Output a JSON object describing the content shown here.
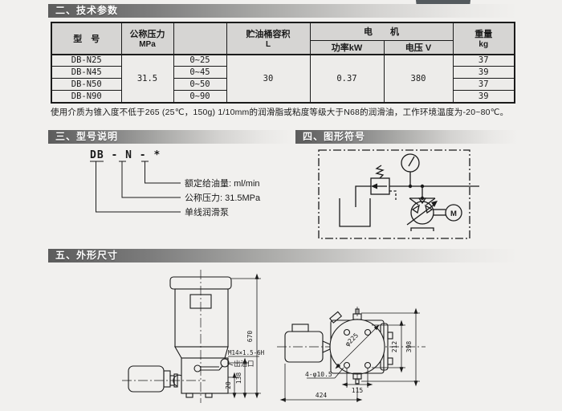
{
  "sections": {
    "tech_params": "二、技术参数",
    "model_desc": "三、型号说明",
    "graphic_symbol": "四、图形符号",
    "outline_dims": "五、外形尺寸"
  },
  "table": {
    "col_model": "型　号",
    "col_pressure": "公称压力",
    "col_pressure_unit": "MPa",
    "col_blank": "",
    "col_tank": "贮油桶容积",
    "col_tank_unit": "L",
    "col_motor": "电　　机",
    "col_power": "功率kW",
    "col_voltage": "电压 V",
    "col_weight": "重量",
    "col_weight_unit": "kg",
    "pressure_value": "31.5",
    "tank_value": "30",
    "power_value": "0.37",
    "voltage_value": "380",
    "rows": [
      {
        "model": "DB-N25",
        "range": "0~25",
        "weight": "37"
      },
      {
        "model": "DB-N45",
        "range": "0~45",
        "weight": "39"
      },
      {
        "model": "DB-N50",
        "range": "0~50",
        "weight": "37"
      },
      {
        "model": "DB-N90",
        "range": "0~90",
        "weight": "39"
      }
    ],
    "note": "使用介质为锥入度不低于265 (25℃，150g) 1/10mm的润滑脂或粘度等级大于N68的润滑油，工作环境温度为-20~80℃。"
  },
  "model_code": {
    "code": "DB - N - *",
    "label_flow": "额定给油量: ml/min",
    "label_pressure": "公称压力: 31.5MPa",
    "label_pump": "单线润滑泵"
  },
  "schematic": {
    "motor_letter": "M"
  },
  "dims_front": {
    "height": "670",
    "thread": "M14×1.5-6H",
    "outlet": "出油口",
    "h_port": "138",
    "h_foot": "20"
  },
  "dims_top": {
    "diameter": "φ225",
    "d212": "212",
    "d398": "398",
    "d115": "115",
    "d424": "424",
    "holes": "4-φ10.5"
  }
}
